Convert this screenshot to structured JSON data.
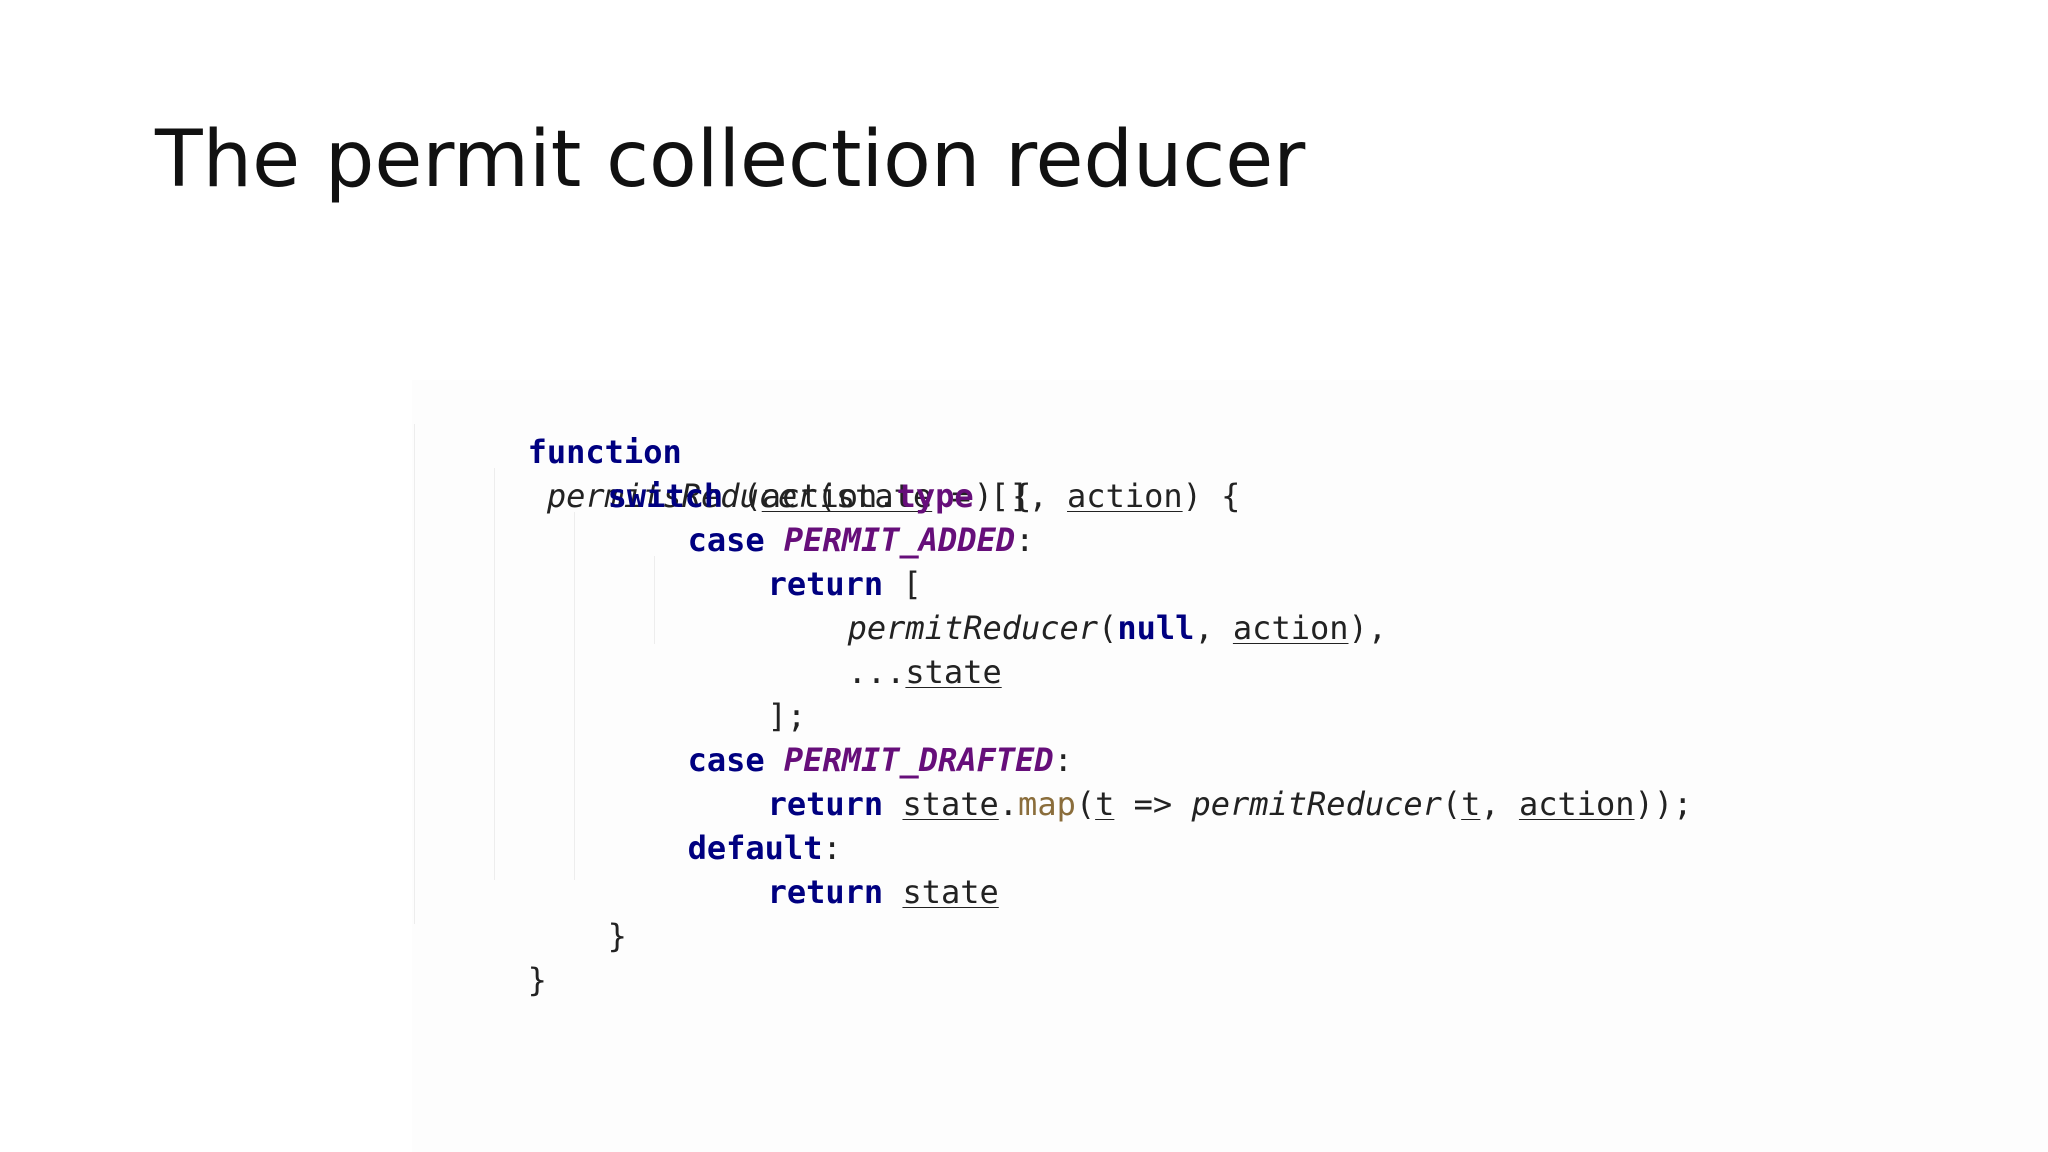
{
  "slide": {
    "title": "The permit collection reducer"
  },
  "code": {
    "line1": {
      "kw_function": "function",
      "fn_name": "permitsReducer",
      "open_paren": "(",
      "param_state": "state",
      "default_part": " = [], ",
      "param_action": "action",
      "close_part": ") {"
    },
    "line2": {
      "kw_switch": "switch",
      "open_paren": " (",
      "var_action": "action",
      "dot": ".",
      "prop_type": "type",
      "close_part": ") {"
    },
    "line3": {
      "kw_case": "case",
      "space": " ",
      "const_name": "PERMIT_ADDED",
      "colon": ":"
    },
    "line4": {
      "kw_return": "return",
      "bracket": " ["
    },
    "line5": {
      "fn_name": "permitReducer",
      "open_paren": "(",
      "kw_null": "null",
      "comma": ", ",
      "var_action": "action",
      "close_part": "),"
    },
    "line6": {
      "spread": "...",
      "var_state": "state"
    },
    "line7": {
      "text": "];"
    },
    "line8": {
      "kw_case": "case",
      "space": " ",
      "const_name": "PERMIT_DRAFTED",
      "colon": ":"
    },
    "line9": {
      "kw_return": "return",
      "space": " ",
      "var_state": "state",
      "dot": ".",
      "method_map": "map",
      "open_paren": "(",
      "var_t": "t",
      "arrow": " => ",
      "fn_name": "permitReducer",
      "open_paren2": "(",
      "var_t2": "t",
      "comma": ", ",
      "var_action": "action",
      "close_part": "));"
    },
    "line10": {
      "kw_default": "default",
      "colon": ":"
    },
    "line11": {
      "kw_return": "return",
      "space": " ",
      "var_state": "state"
    },
    "line12": {
      "text": "}"
    },
    "line13": {
      "text": "}"
    }
  }
}
